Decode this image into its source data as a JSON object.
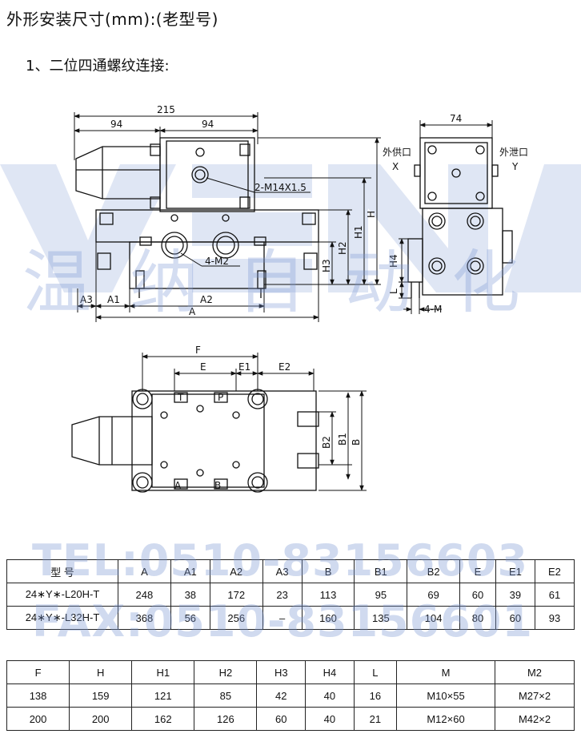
{
  "heading": "外形安装尺寸(mm):(老型号)",
  "subheading": "1、二位四通螺纹连接:",
  "side_view": {
    "dims": {
      "total": "215",
      "left": "94",
      "right": "94",
      "A": "A",
      "A1": "A1",
      "A2": "A2",
      "A3": "A3",
      "H": "H",
      "H1": "H1",
      "H2": "H2",
      "H3": "H3"
    },
    "callouts": {
      "thread": "2-M14X1.5",
      "ports": "4-M2"
    }
  },
  "end_view": {
    "width": "74",
    "supply_label": "外供口",
    "supply_port": "X",
    "drain_label": "外泄口",
    "drain_port": "Y",
    "H4": "H4",
    "L": "L",
    "bolts": "4-M"
  },
  "top_view": {
    "F": "F",
    "E": "E",
    "E1": "E1",
    "E2": "E2",
    "B": "B",
    "B1": "B1",
    "B2": "B2",
    "port_T": "T",
    "port_P": "P",
    "port_A": "A",
    "port_B": "B"
  },
  "watermark": {
    "cn": "温纳自动化",
    "tel": "TEL:0510-83156603",
    "fax": "FAX:0510-83156601"
  },
  "table1": {
    "headers": [
      "型 号",
      "A",
      "A1",
      "A2",
      "A3",
      "B",
      "B1",
      "B2",
      "E",
      "E1",
      "E2"
    ],
    "rows": [
      [
        "24∗Y∗-L20H-T",
        "248",
        "38",
        "172",
        "23",
        "113",
        "95",
        "69",
        "60",
        "39",
        "61"
      ],
      [
        "24∗Y∗-L32H-T",
        "368",
        "56",
        "256",
        "–",
        "160",
        "135",
        "104",
        "80",
        "60",
        "93"
      ]
    ]
  },
  "table2": {
    "headers": [
      "F",
      "H",
      "H1",
      "H2",
      "H3",
      "H4",
      "L",
      "M",
      "M2"
    ],
    "rows": [
      [
        "138",
        "159",
        "121",
        "85",
        "42",
        "40",
        "16",
        "M10×55",
        "M27×2"
      ],
      [
        "200",
        "200",
        "162",
        "126",
        "60",
        "40",
        "21",
        "M12×60",
        "M42×2"
      ]
    ]
  }
}
